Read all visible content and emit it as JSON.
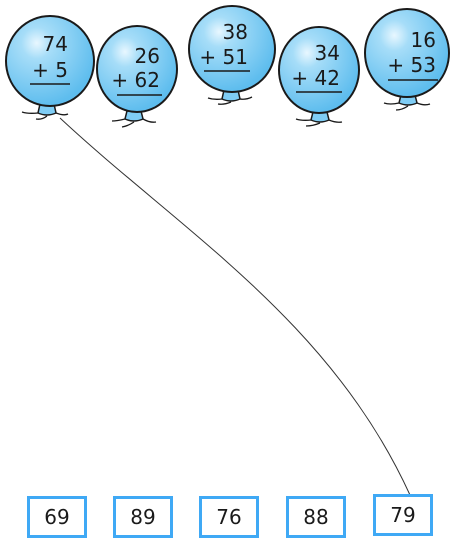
{
  "balloons": [
    {
      "top": "74",
      "addend": "+ 5"
    },
    {
      "top": "26",
      "addend": "+ 62"
    },
    {
      "top": "38",
      "addend": "+ 51"
    },
    {
      "top": "34",
      "addend": "+ 42"
    },
    {
      "top": "16",
      "addend": "+ 53"
    }
  ],
  "answers": [
    "69",
    "89",
    "76",
    "88",
    "79"
  ],
  "colors": {
    "balloon_fill": "#7fcdf5",
    "balloon_stroke": "#1a1a1a",
    "box_border": "#3fa9f5",
    "string": "#333333"
  }
}
